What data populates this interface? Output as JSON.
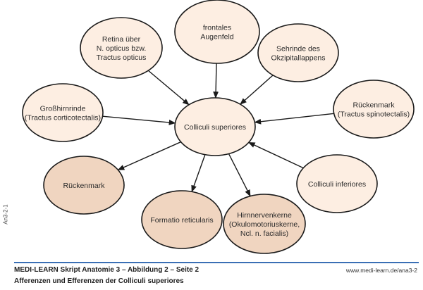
{
  "diagram": {
    "colors": {
      "afferent_fill": "#fdeee2",
      "efferent_fill": "#f0d5c0",
      "stroke": "#1a1a1a",
      "separator": "#3a6fb5"
    },
    "center": {
      "id": "colliculi-superiores",
      "lines": [
        "Colliculi superiores"
      ],
      "kind": "center"
    },
    "nodes": [
      {
        "id": "frontales-augenfeld",
        "lines": [
          "frontales",
          "Augenfeld"
        ],
        "kind": "afferent"
      },
      {
        "id": "retina",
        "lines": [
          "Retina über",
          "N. opticus bzw.",
          "Tractus opticus"
        ],
        "kind": "afferent"
      },
      {
        "id": "sehrinde",
        "lines": [
          "Sehrinde des",
          "Okzipitallappens"
        ],
        "kind": "afferent"
      },
      {
        "id": "grosshirnrinde",
        "lines": [
          "Großhirnrinde",
          "(Tractus corticotectalis)"
        ],
        "kind": "afferent"
      },
      {
        "id": "rueckenmark-spinotectalis",
        "lines": [
          "Rückenmark",
          "(Tractus spinotectalis)"
        ],
        "kind": "afferent"
      },
      {
        "id": "colliculi-inferiores",
        "lines": [
          "Colliculi inferiores"
        ],
        "kind": "afferent"
      },
      {
        "id": "rueckenmark",
        "lines": [
          "Rückenmark"
        ],
        "kind": "efferent"
      },
      {
        "id": "formatio-reticularis",
        "lines": [
          "Formatio reticularis"
        ],
        "kind": "efferent"
      },
      {
        "id": "hirnnervenkerne",
        "lines": [
          "Hirnnervenkerne",
          "(Okulomotoriuskerne,",
          "Ncl. n. facialis)"
        ],
        "kind": "efferent"
      }
    ],
    "edges": [
      {
        "from": "frontales-augenfeld",
        "to": "colliculi-superiores"
      },
      {
        "from": "retina",
        "to": "colliculi-superiores"
      },
      {
        "from": "sehrinde",
        "to": "colliculi-superiores"
      },
      {
        "from": "grosshirnrinde",
        "to": "colliculi-superiores"
      },
      {
        "from": "rueckenmark-spinotectalis",
        "to": "colliculi-superiores"
      },
      {
        "from": "colliculi-inferiores",
        "to": "colliculi-superiores"
      },
      {
        "from": "colliculi-superiores",
        "to": "rueckenmark"
      },
      {
        "from": "colliculi-superiores",
        "to": "formatio-reticularis"
      },
      {
        "from": "colliculi-superiores",
        "to": "hirnnervenkerne"
      }
    ]
  },
  "side_label": "An3-2-1",
  "footer": {
    "title": "MEDI-LEARN Skript Anatomie 3 – Abbildung 2 – Seite 2",
    "url": "www.medi-learn.de/ana3-2",
    "subtitle": "Afferenzen und Efferenzen der Colliculi superiores"
  }
}
